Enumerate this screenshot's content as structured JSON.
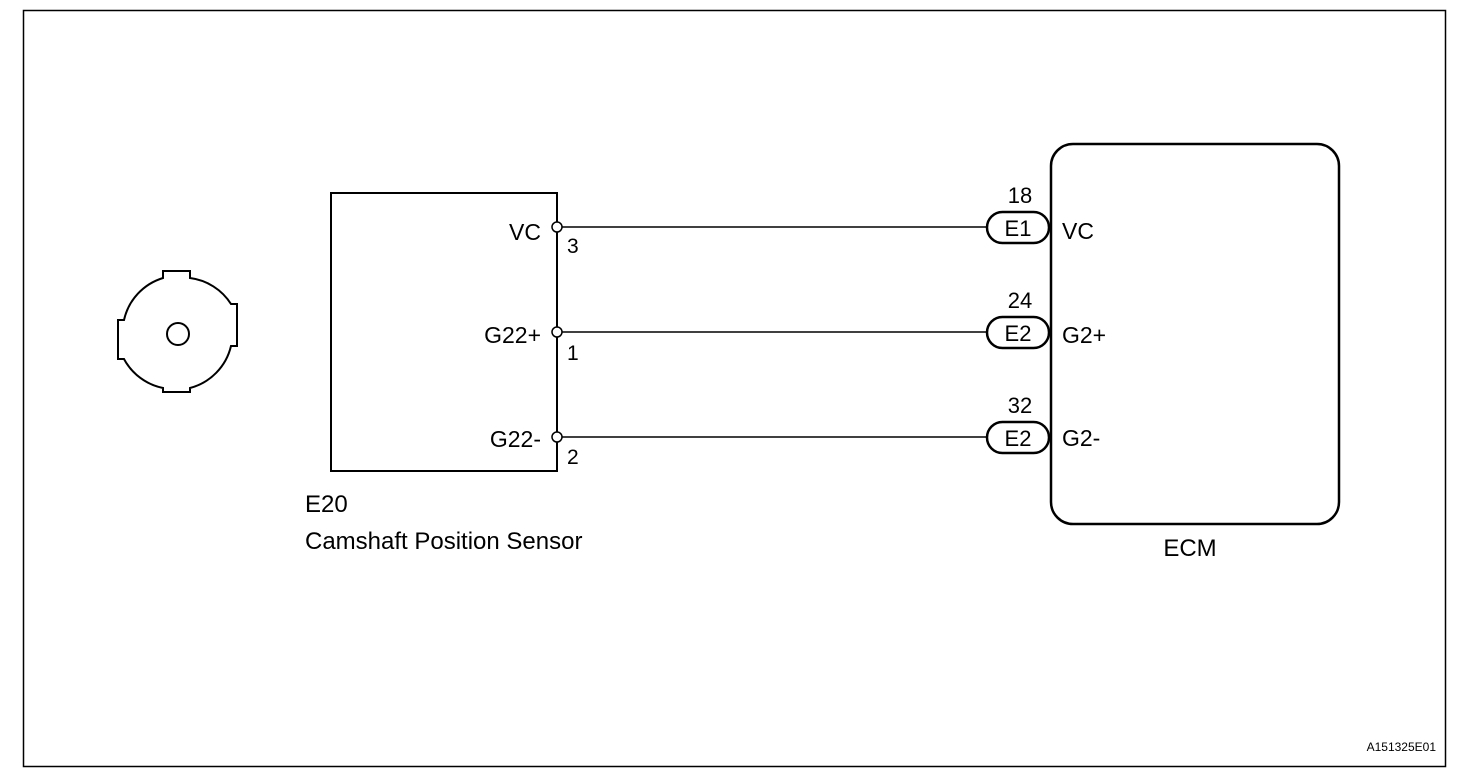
{
  "sensor": {
    "code": "E20",
    "name": "Camshaft Position Sensor",
    "pins": [
      {
        "signal": "VC",
        "pin": "3"
      },
      {
        "signal": "G22+",
        "pin": "1"
      },
      {
        "signal": "G22-",
        "pin": "2"
      }
    ]
  },
  "ecm": {
    "name": "ECM",
    "terminals": [
      {
        "pin": "18",
        "connector": "E1",
        "signal": "VC"
      },
      {
        "pin": "24",
        "connector": "E2",
        "signal": "G2+"
      },
      {
        "pin": "32",
        "connector": "E2",
        "signal": "G2-"
      }
    ]
  },
  "figure_id": "A151325E01",
  "colors": {
    "line": "#000000",
    "background": "#ffffff"
  }
}
